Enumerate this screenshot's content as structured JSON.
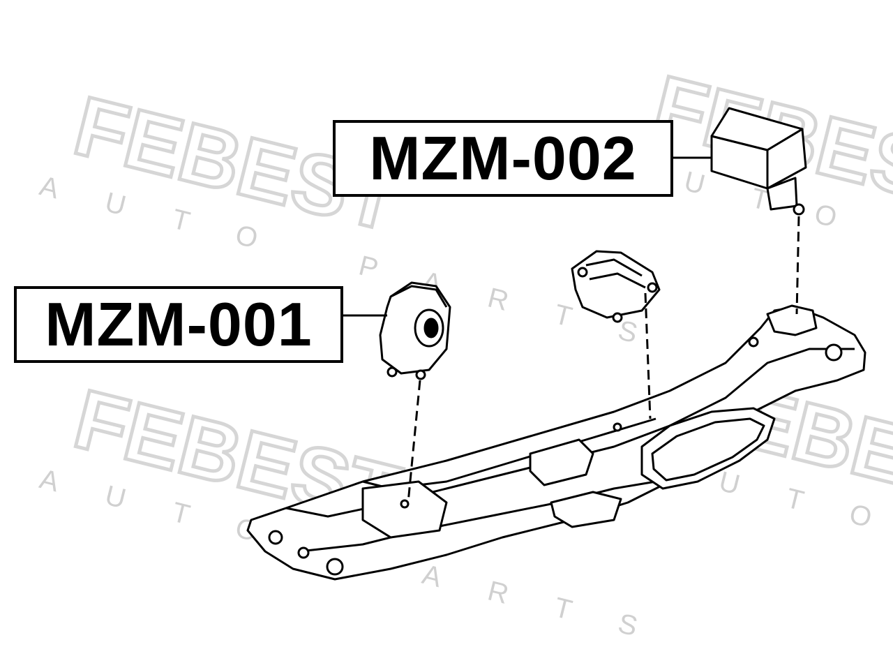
{
  "watermark": {
    "brand": "FEBEST",
    "subtitle": "AUTO PARTS",
    "color": "#d9d9d9"
  },
  "parts": [
    {
      "id": "mzm-001",
      "label": "MZM-001"
    },
    {
      "id": "mzm-002",
      "label": "MZM-002"
    }
  ],
  "colors": {
    "line": "#000000",
    "background": "#ffffff"
  }
}
